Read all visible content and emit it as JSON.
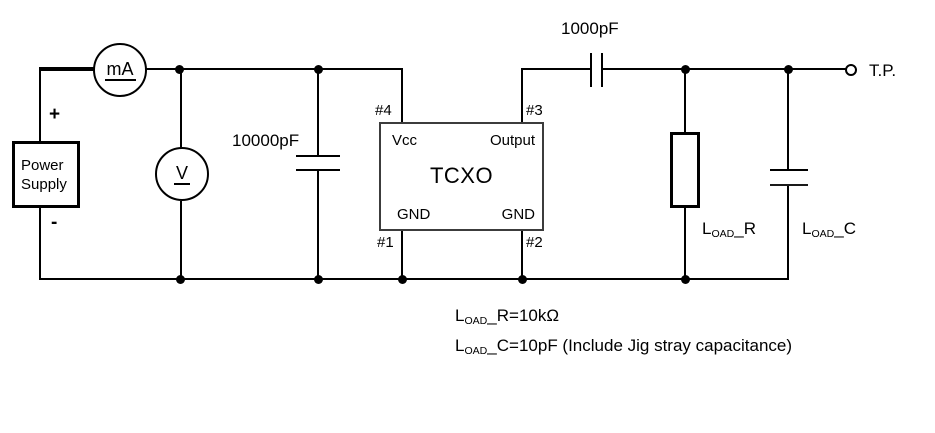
{
  "labels": {
    "power_supply": {
      "line1": "Power",
      "line2": "Supply"
    },
    "plus": "+",
    "minus": "-",
    "ammeter": "mA",
    "voltmeter": "V",
    "cap_decoupling": "10000pF",
    "cap_series": "1000pF",
    "test_point": "T.P.",
    "tcxo": {
      "name": "TCXO",
      "pin1": "#1",
      "pin2": "#2",
      "pin3": "#3",
      "pin4": "#4",
      "vcc": "Vcc",
      "output": "Output",
      "gnd_left": "GND",
      "gnd_right": "GND"
    },
    "load_r": {
      "main": "L",
      "sub": "OAD",
      "rest": "_R"
    },
    "load_c": {
      "main": "L",
      "sub": "OAD",
      "rest": "_C"
    },
    "notes": [
      {
        "main": "L",
        "sub": "OAD",
        "rest": "_R=10kΩ"
      },
      {
        "main": "L",
        "sub": "OAD",
        "rest": "_C=10pF (Include Jig stray capacitance)"
      }
    ]
  },
  "colors": {
    "wire": "#000000",
    "background": "#ffffff",
    "tcxo_border": "#3c3c3c"
  }
}
